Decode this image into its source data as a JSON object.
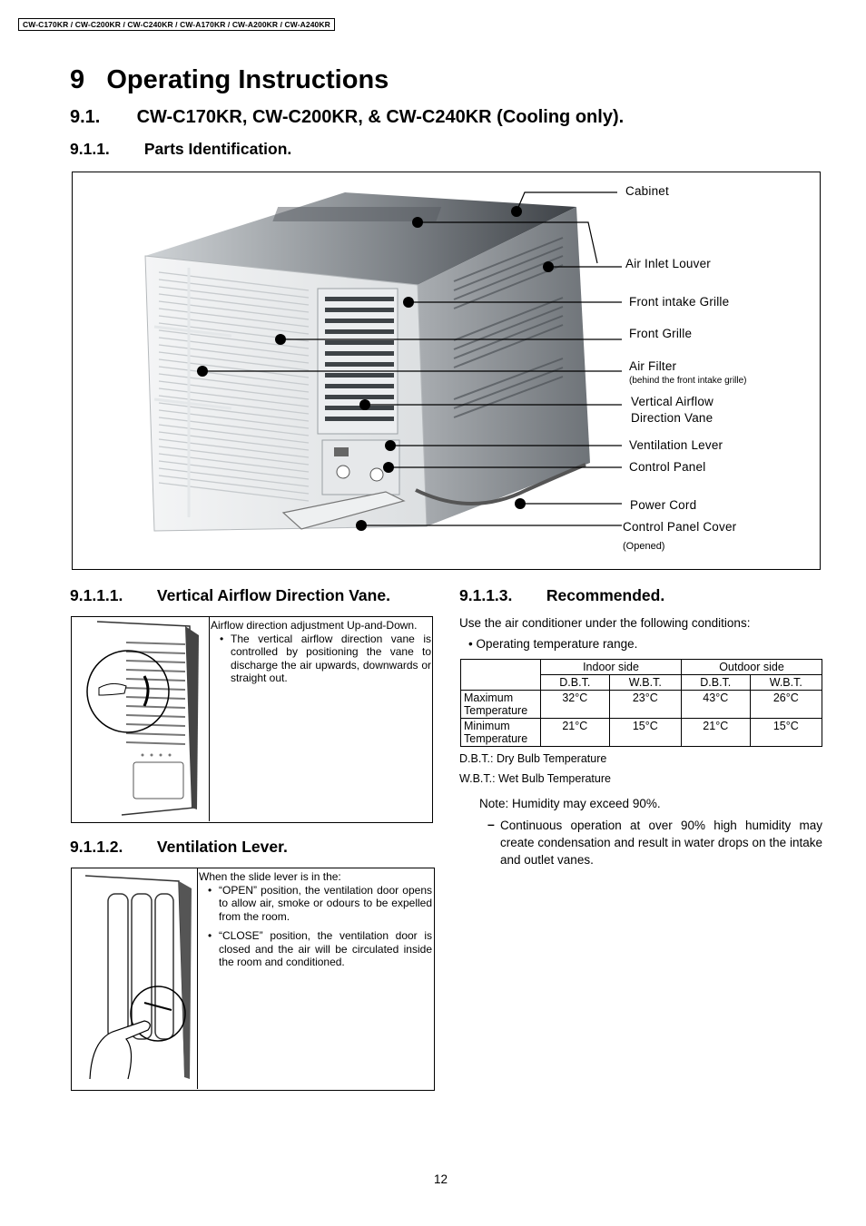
{
  "header": {
    "models": "CW-C170KR / CW-C200KR / CW-C240KR / CW-A170KR / CW-A200KR / CW-A240KR"
  },
  "section": {
    "number": "9",
    "title": "Operating Instructions"
  },
  "subsection": {
    "number": "9.1.",
    "title": "CW-C170KR, CW-C200KR, & CW-C240KR (Cooling only)."
  },
  "parts": {
    "number": "9.1.1.",
    "title": "Parts Identification.",
    "labels": {
      "cabinet": "Cabinet",
      "air_inlet_louver": "Air Inlet Louver",
      "front_intake_grille": "Front intake Grille",
      "front_grille": "Front Grille",
      "air_filter": "Air Filter",
      "air_filter_note": "(behind the front intake grille)",
      "vertical_vane_line1": "Vertical Airflow",
      "vertical_vane_line2": "Direction Vane",
      "ventilation_lever": "Ventilation Lever",
      "control_panel": "Control Panel",
      "power_cord": "Power Cord",
      "control_panel_cover": "Control Panel Cover",
      "control_panel_cover_note": "(Opened)"
    }
  },
  "vane": {
    "number": "9.1.1.1.",
    "title": "Vertical Airflow Direction Vane.",
    "intro": "Airflow direction adjustment Up-and-Down.",
    "bullets": [
      "The vertical airflow direction vane is controlled by positioning the vane to discharge the air upwards, downwards or straight out."
    ]
  },
  "lever": {
    "number": "9.1.1.2.",
    "title": "Ventilation Lever.",
    "intro": "When the slide lever is in the:",
    "bullets": [
      "“OPEN” position, the ventilation door opens to allow air, smoke or odours to be expelled from the room.",
      "“CLOSE” position, the ventilation door is closed and the air will be circulated inside the room and conditioned."
    ]
  },
  "recommended": {
    "number": "9.1.1.3.",
    "title": "Recommended.",
    "intro": "Use the air conditioner under the following conditions:",
    "bullet": "Operating temperature range.",
    "table": {
      "group_headers": [
        "Indoor side",
        "Outdoor side"
      ],
      "sub_headers": [
        "D.B.T.",
        "W.B.T.",
        "D.B.T.",
        "W.B.T."
      ],
      "rows": [
        {
          "label": "Maximum Temperature",
          "values": [
            "32°C",
            "23°C",
            "43°C",
            "26°C"
          ]
        },
        {
          "label": "Minimum Temperature",
          "values": [
            "21°C",
            "15°C",
            "21°C",
            "15°C"
          ]
        }
      ]
    },
    "legend_dbt": "D.B.T.: Dry Bulb Temperature",
    "legend_wbt": "W.B.T.: Wet Bulb Temperature",
    "note": "Note: Humidity may exceed 90%.",
    "note_detail": "Continuous operation at over 90% high humidity may create condensation and result in water drops on the intake and outlet vanes."
  },
  "footer": {
    "page_number": "12"
  }
}
